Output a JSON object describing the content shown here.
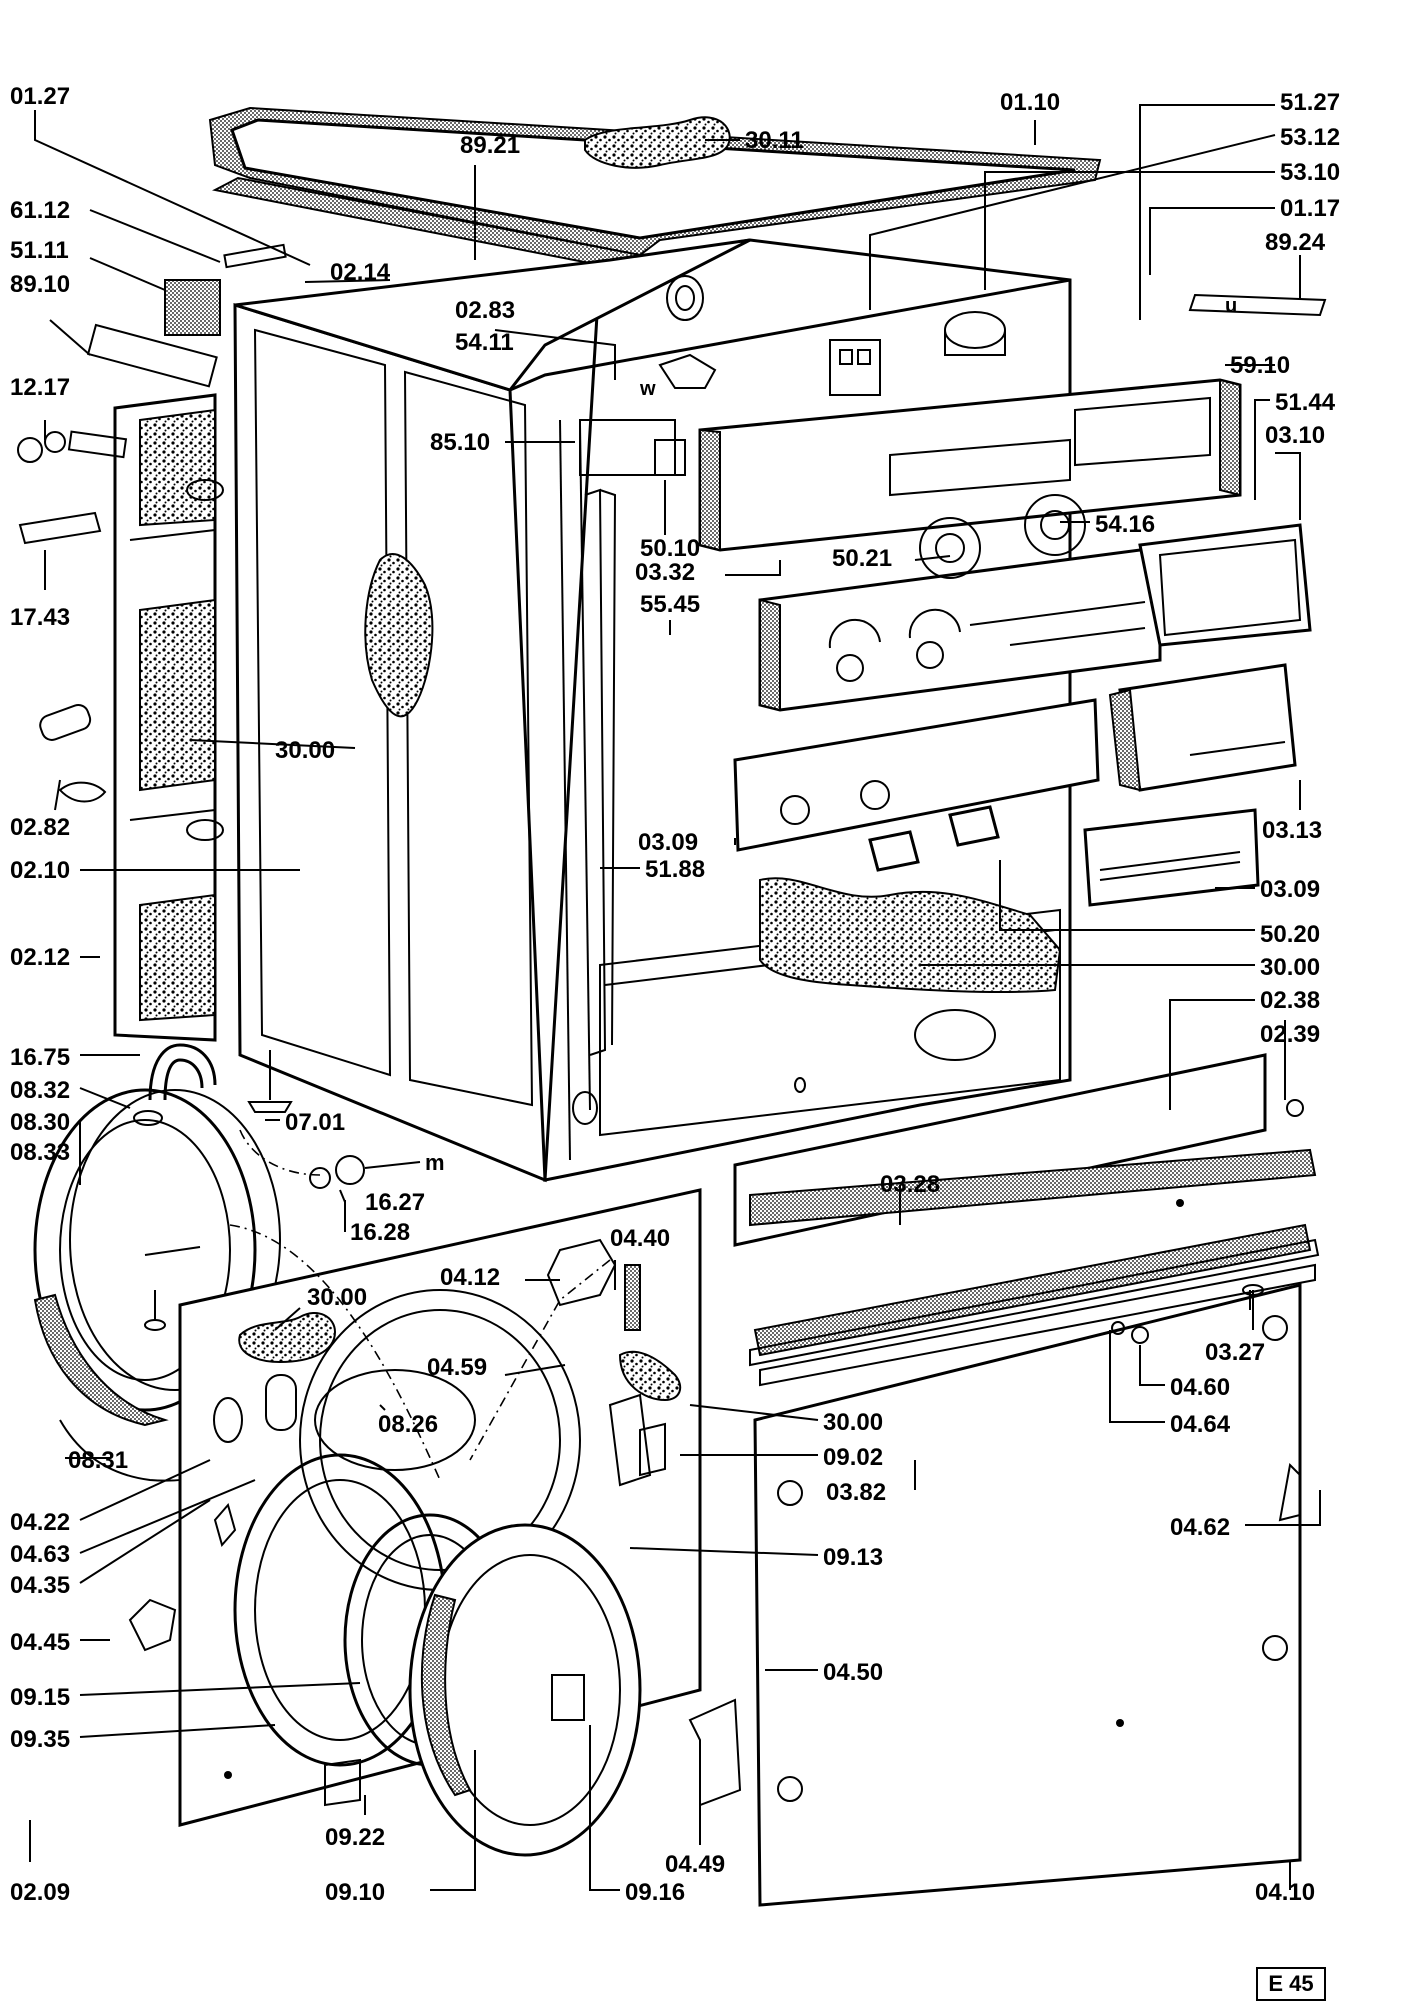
{
  "page_code": "E 45",
  "callouts": {
    "c0127": "01.27",
    "c0110": "01.10",
    "c5127": "51.27",
    "c5312": "53.12",
    "c5310": "53.10",
    "c0117": "01.17",
    "c8924": "89.24",
    "c8921": "89.21",
    "c3011": "30.11",
    "c6112": "61.12",
    "c5111": "51.11",
    "c8910": "89.10",
    "c0214": "02.14",
    "c0283": "02.83",
    "c5411": "54.11",
    "c5910": "59.10",
    "c5144": "51.44",
    "c0310": "03.10",
    "c1217": "12.17",
    "c8510": "85.10",
    "c5010": "50.10",
    "c0332": "03.32",
    "c5021": "50.21",
    "c5416": "54.16",
    "c1743": "17.43",
    "c5545": "55.45",
    "c3000a": "30.00",
    "c0282": "02.82",
    "c0309a": "03.09",
    "c5188": "51.88",
    "c0313": "03.13",
    "c0210": "02.10",
    "c0309b": "03.09",
    "c5020": "50.20",
    "c0212": "02.12",
    "c3000b": "30.00",
    "c0238": "02.38",
    "c1675": "16.75",
    "c0239": "02.39",
    "c0832": "08.32",
    "c0701": "07.01",
    "c0830": "08.30",
    "c0833": "08.33",
    "c1627": "16.27",
    "c1628": "16.28",
    "c0328": "03.28",
    "c0440": "04.40",
    "c0412": "04.12",
    "c3000c": "30.00",
    "c0327": "03.27",
    "c0459": "04.59",
    "c0460": "04.60",
    "c0826": "08.26",
    "c3000d": "30.00",
    "c0464": "04.64",
    "c0831": "08.31",
    "c0902": "09.02",
    "c0422": "04.22",
    "c0382": "03.82",
    "c0463": "04.63",
    "c0462": "04.62",
    "c0435": "04.35",
    "c0913": "09.13",
    "c0445": "04.45",
    "c0450": "04.50",
    "c0915": "09.15",
    "c0935": "09.35",
    "c0922": "09.22",
    "c0449": "04.49",
    "c0209": "02.09",
    "c0910": "09.10",
    "c0916": "09.16",
    "c0410": "04.10",
    "mU": "u",
    "mW": "w",
    "mM": "m"
  }
}
